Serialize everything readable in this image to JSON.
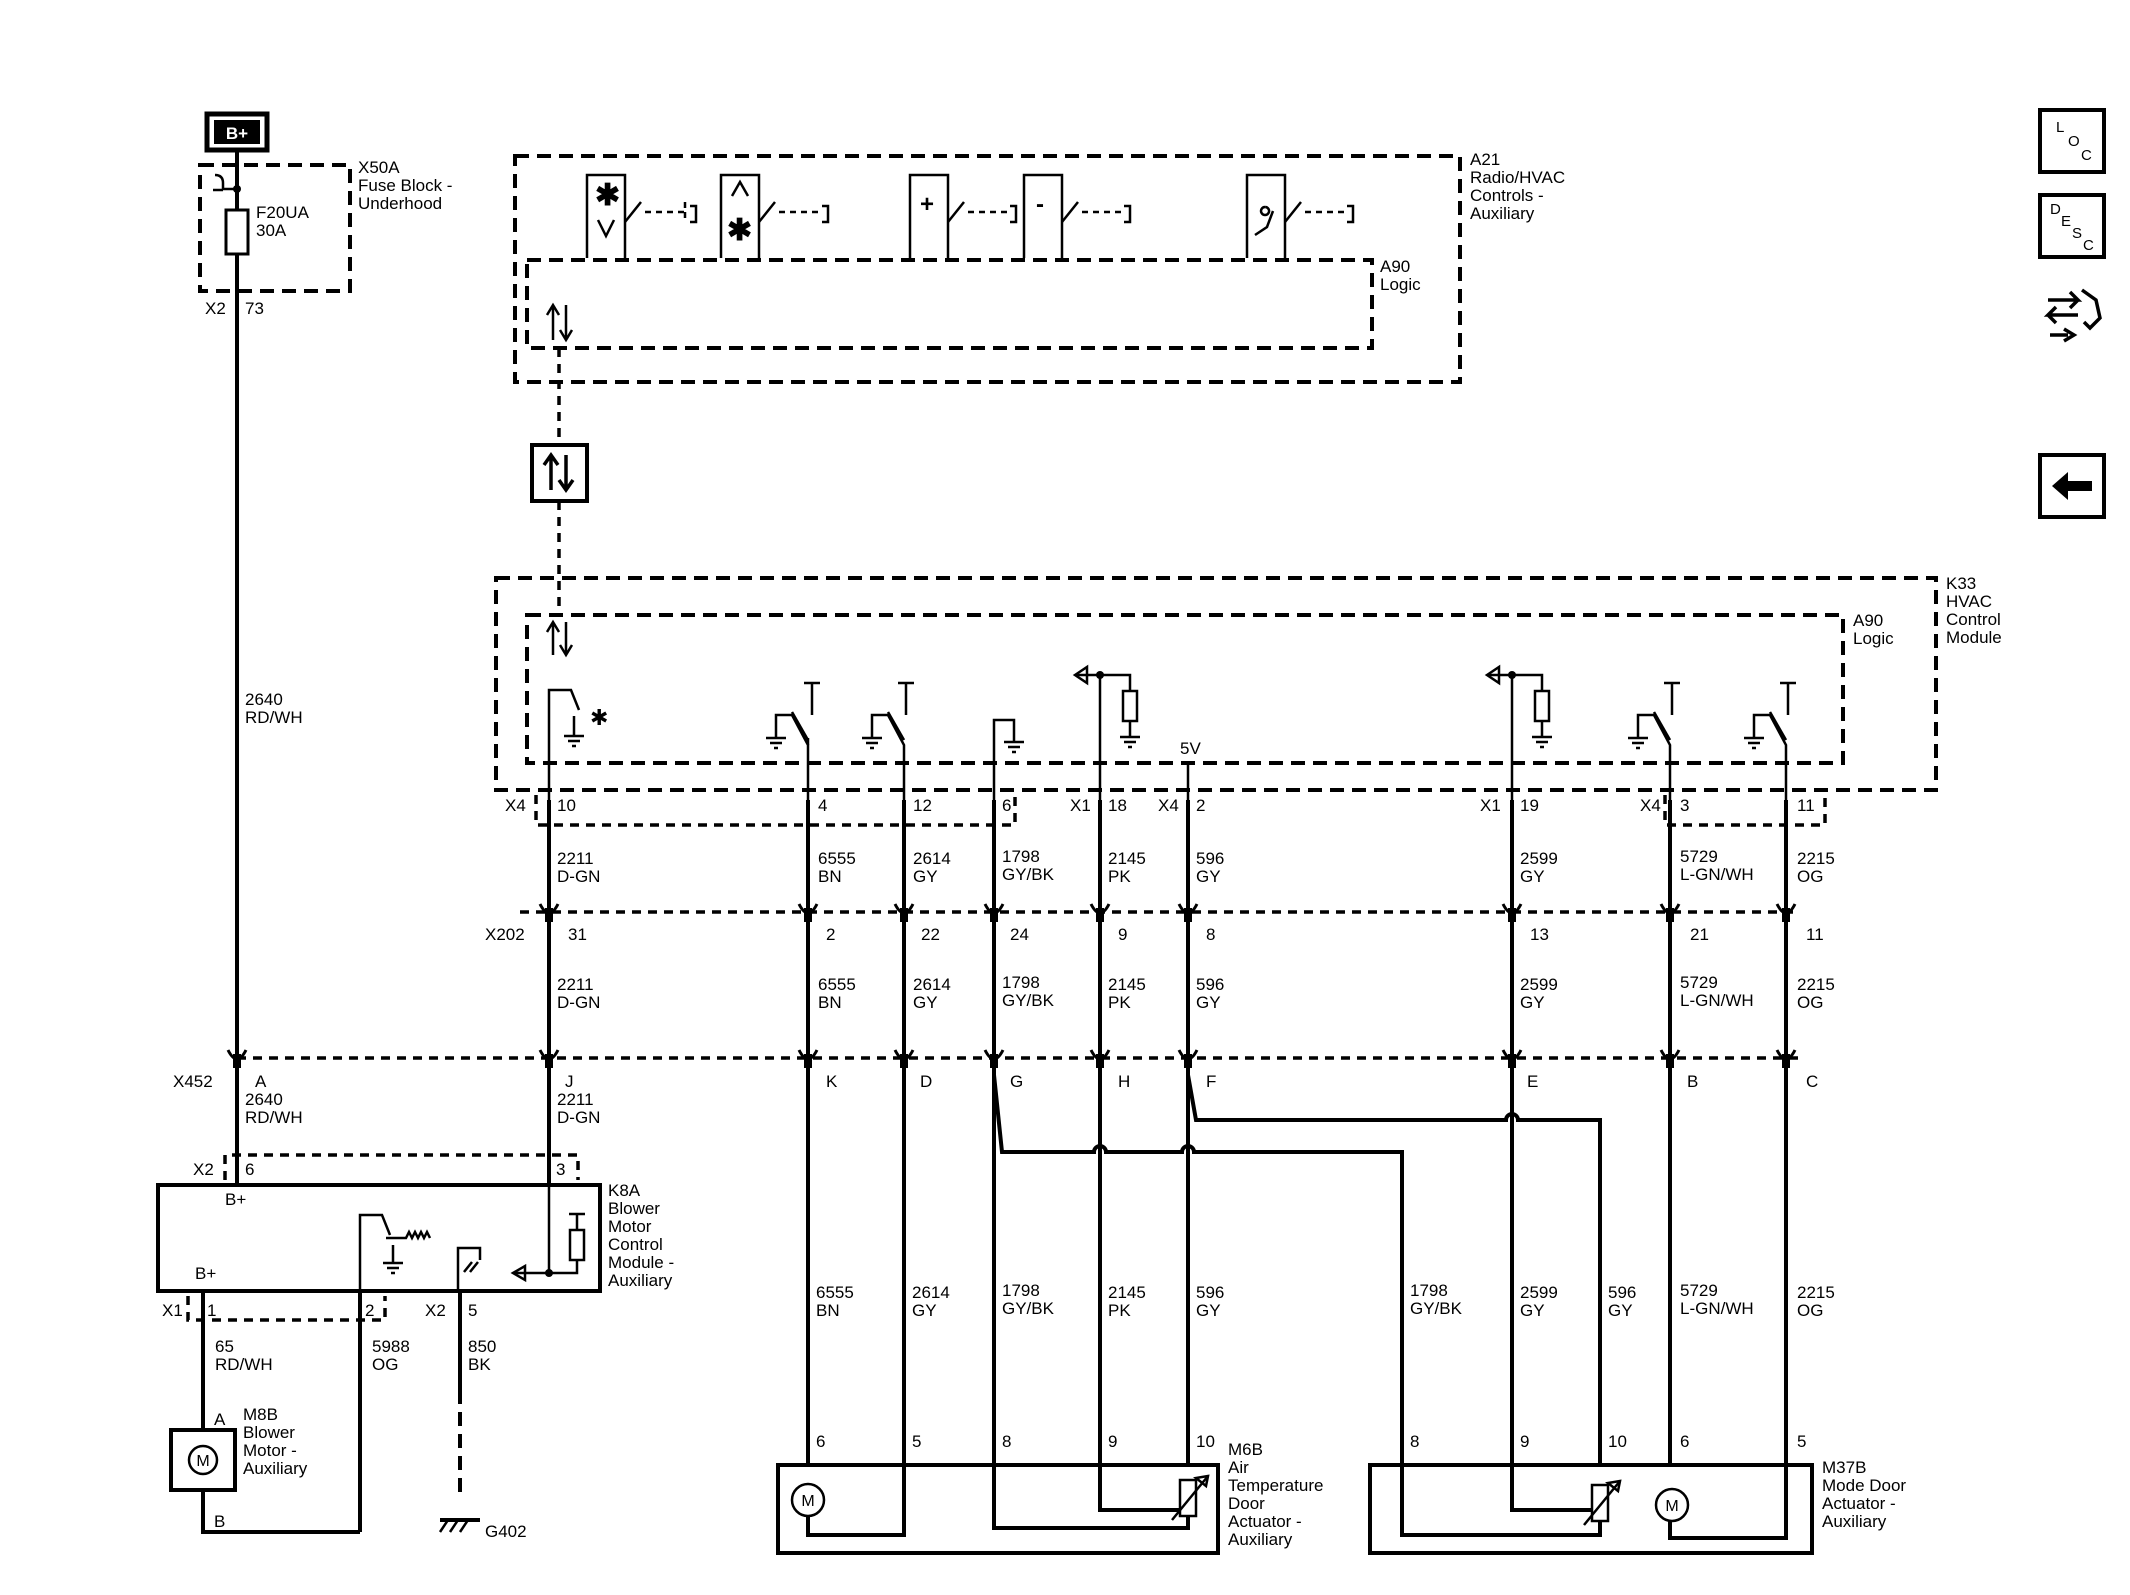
{
  "power": {
    "label": "B+"
  },
  "fuse_block": {
    "name": "X50A",
    "desc1": "Fuse Block -",
    "desc2": "Underhood",
    "fuse": "F20UA",
    "amps": "30A",
    "conn": "X2",
    "pin": "73"
  },
  "feed_wire": {
    "circuit": "2640",
    "color": "RD/WH"
  },
  "a21": {
    "name": "A21",
    "desc1": "Radio/HVAC",
    "desc2": "Controls -",
    "desc3": "Auxiliary"
  },
  "a21_logic": {
    "name": "A90",
    "desc": "Logic"
  },
  "k33": {
    "name": "K33",
    "desc1": "HVAC",
    "desc2": "Control",
    "desc3": "Module"
  },
  "k33_logic": {
    "name": "A90",
    "desc": "Logic"
  },
  "ref_5v": "5V",
  "k33_pins": [
    {
      "conn": "X4",
      "pin": "10",
      "circuit": "2211",
      "color": "D-GN"
    },
    {
      "conn": "",
      "pin": "4",
      "circuit": "6555",
      "color": "BN"
    },
    {
      "conn": "",
      "pin": "12",
      "circuit": "2614",
      "color": "GY"
    },
    {
      "conn": "",
      "pin": "6",
      "circuit": "1798",
      "color": "GY/BK"
    },
    {
      "conn": "X1",
      "pin": "18",
      "circuit": "2145",
      "color": "PK"
    },
    {
      "conn": "X4",
      "pin": "2",
      "circuit": "596",
      "color": "GY"
    },
    {
      "conn": "X1",
      "pin": "19",
      "circuit": "2599",
      "color": "GY"
    },
    {
      "conn": "X4",
      "pin": "3",
      "circuit": "5729",
      "color": "L-GN/WH"
    },
    {
      "conn": "",
      "pin": "11",
      "circuit": "2215",
      "color": "OG"
    }
  ],
  "x202": {
    "name": "X202",
    "pins": [
      "31",
      "2",
      "22",
      "24",
      "9",
      "8",
      "13",
      "21",
      "11"
    ]
  },
  "x452": {
    "name": "X452",
    "pins": [
      "A",
      "J",
      "K",
      "D",
      "G",
      "H",
      "F",
      "E",
      "B",
      "C"
    ]
  },
  "k8a": {
    "name": "K8A",
    "desc1": "Blower",
    "desc2": "Motor",
    "desc3": "Control",
    "desc4": "Module -",
    "desc5": "Auxiliary",
    "conn_top": "X2",
    "pin_6": "6",
    "pin_3": "3",
    "bplus_top": "B+",
    "bplus_bottom": "B+",
    "conn_x1": "X1",
    "pin_1": "1",
    "pin_2": "2",
    "conn_x2": "X2",
    "pin_5": "5"
  },
  "k8a_in_wire": {
    "circuit": "2211",
    "color": "D-GN"
  },
  "k8a_feed_wire": {
    "circuit": "2640",
    "color": "RD/WH"
  },
  "motor_wire": {
    "circuit": "65",
    "color": "RD/WH"
  },
  "speed_wire": {
    "circuit": "5988",
    "color": "OG"
  },
  "ground_wire": {
    "circuit": "850",
    "color": "BK"
  },
  "ground": {
    "name": "G402"
  },
  "m8b": {
    "name": "M8B",
    "desc1": "Blower",
    "desc2": "Motor -",
    "desc3": "Auxiliary",
    "pin_a": "A",
    "pin_b": "B",
    "symbol": "M"
  },
  "m6b": {
    "name": "M6B",
    "desc1": "Air",
    "desc2": "Temperature",
    "desc3": "Door",
    "desc4": "Actuator -",
    "desc5": "Auxiliary",
    "pins": [
      "6",
      "5",
      "8",
      "9",
      "10"
    ],
    "symbol": "M"
  },
  "m37b": {
    "name": "M37B",
    "desc1": "Mode Door",
    "desc2": "Actuator -",
    "desc3": "Auxiliary",
    "pins": [
      "8",
      "9",
      "10",
      "6",
      "5"
    ],
    "symbol": "M"
  },
  "lower_wires": [
    {
      "circuit": "6555",
      "color": "BN"
    },
    {
      "circuit": "2614",
      "color": "GY"
    },
    {
      "circuit": "1798",
      "color": "GY/BK"
    },
    {
      "circuit": "2145",
      "color": "PK"
    },
    {
      "circuit": "596",
      "color": "GY"
    },
    {
      "circuit": "1798",
      "color": "GY/BK"
    },
    {
      "circuit": "2599",
      "color": "GY"
    },
    {
      "circuit": "596",
      "color": "GY"
    },
    {
      "circuit": "5729",
      "color": "L-GN/WH"
    },
    {
      "circuit": "2215",
      "color": "OG"
    }
  ],
  "nav": {
    "loc": {
      "l1": "L",
      "l2": "O",
      "l3": "C"
    },
    "desc": {
      "l1": "D",
      "l2": "E",
      "l3": "S",
      "l4": "C"
    }
  }
}
